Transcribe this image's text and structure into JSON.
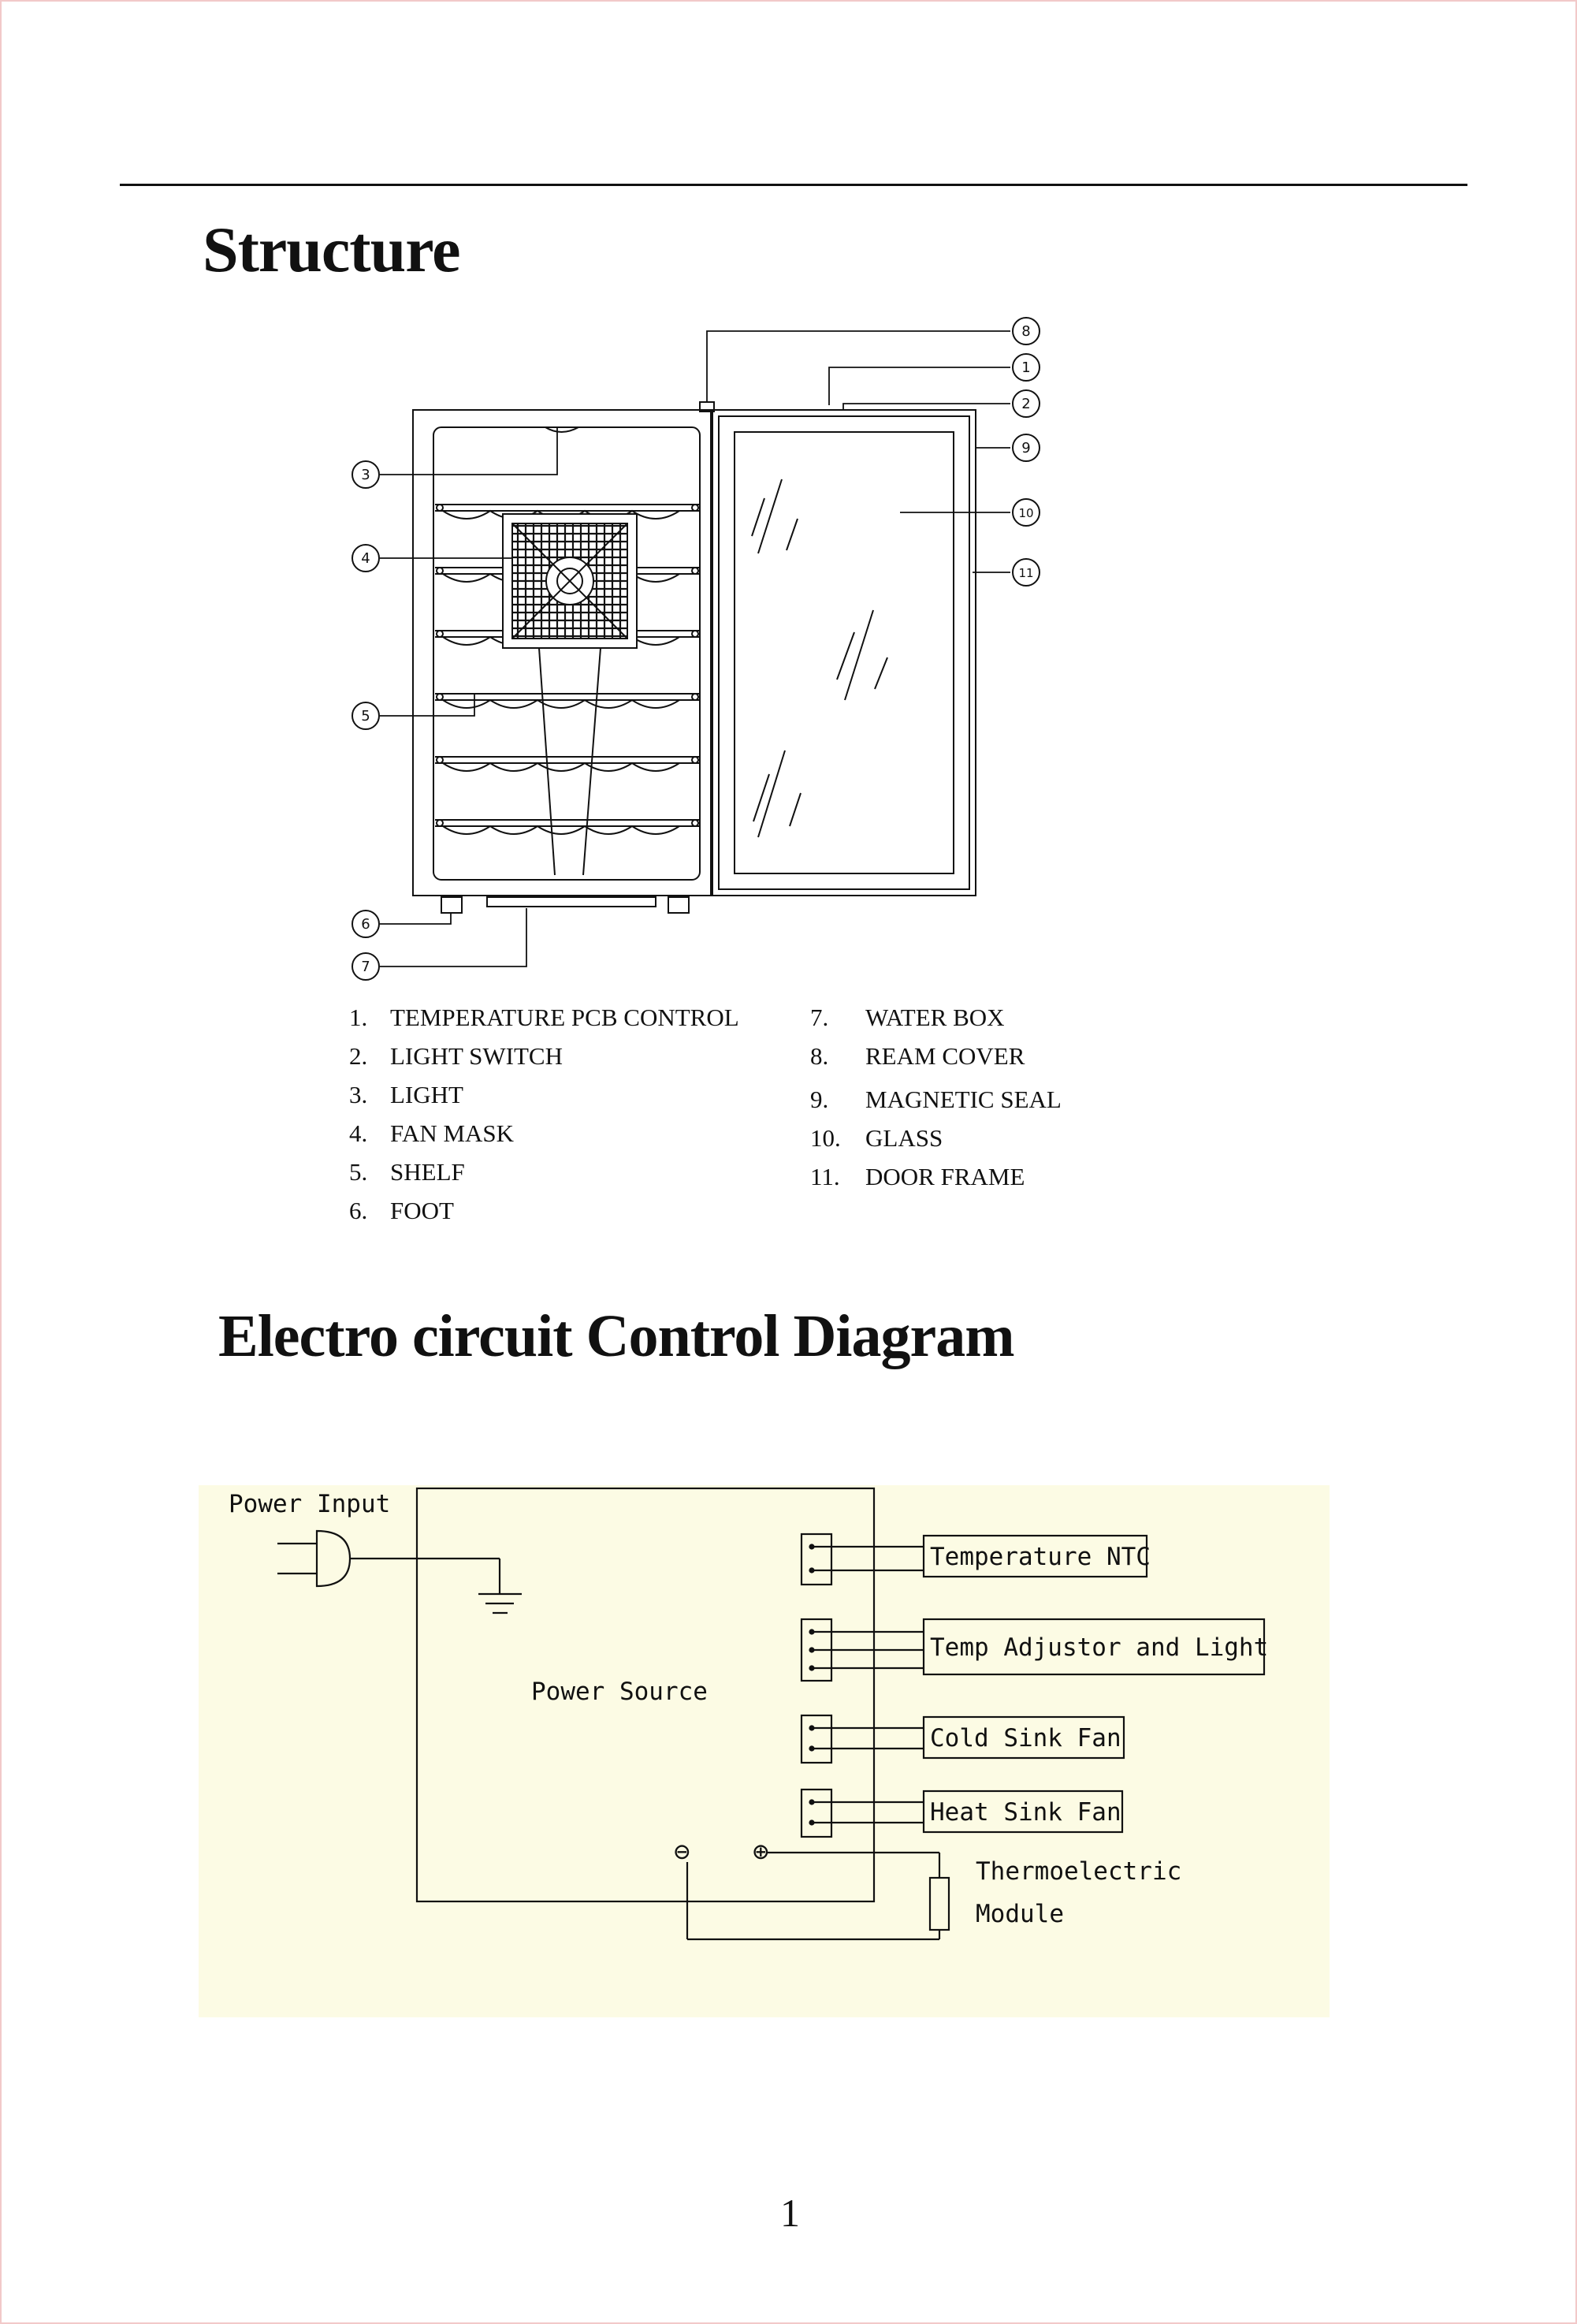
{
  "headings": {
    "structure": "Structure",
    "circuit": "Electro circuit Control Diagram"
  },
  "callouts": [
    "8",
    "1",
    "2",
    "3",
    "9",
    "10",
    "4",
    "11",
    "5",
    "6",
    "7"
  ],
  "parts_left": [
    {
      "num": "1.",
      "label": "TEMPERATURE PCB CONTROL"
    },
    {
      "num": "2.",
      "label": "LIGHT SWITCH"
    },
    {
      "num": "3.",
      "label": "LIGHT"
    },
    {
      "num": "4.",
      "label": "FAN MASK"
    },
    {
      "num": "5.",
      "label": "SHELF"
    },
    {
      "num": "6.",
      "label": "FOOT"
    }
  ],
  "parts_right": [
    {
      "num": "7.",
      "label": "WATER BOX"
    },
    {
      "num": "8.",
      "label": "REAM COVER"
    },
    {
      "num": "9.",
      "label": "MAGNETIC SEAL"
    },
    {
      "num": "10.",
      "label": "GLASS"
    },
    {
      "num": "11.",
      "label": "DOOR FRAME"
    }
  ],
  "circuit": {
    "power_input": "Power Input",
    "power_source": "Power Source",
    "connectors": [
      "Temperature NTC",
      "Temp Adjustor and Light",
      "Cold Sink Fan",
      "Heat Sink Fan"
    ],
    "module_line1": "Thermoelectric",
    "module_line2": "Module",
    "minus": "⊖",
    "plus": "⊕",
    "background": "#fcfbe4"
  },
  "page_number": "1"
}
